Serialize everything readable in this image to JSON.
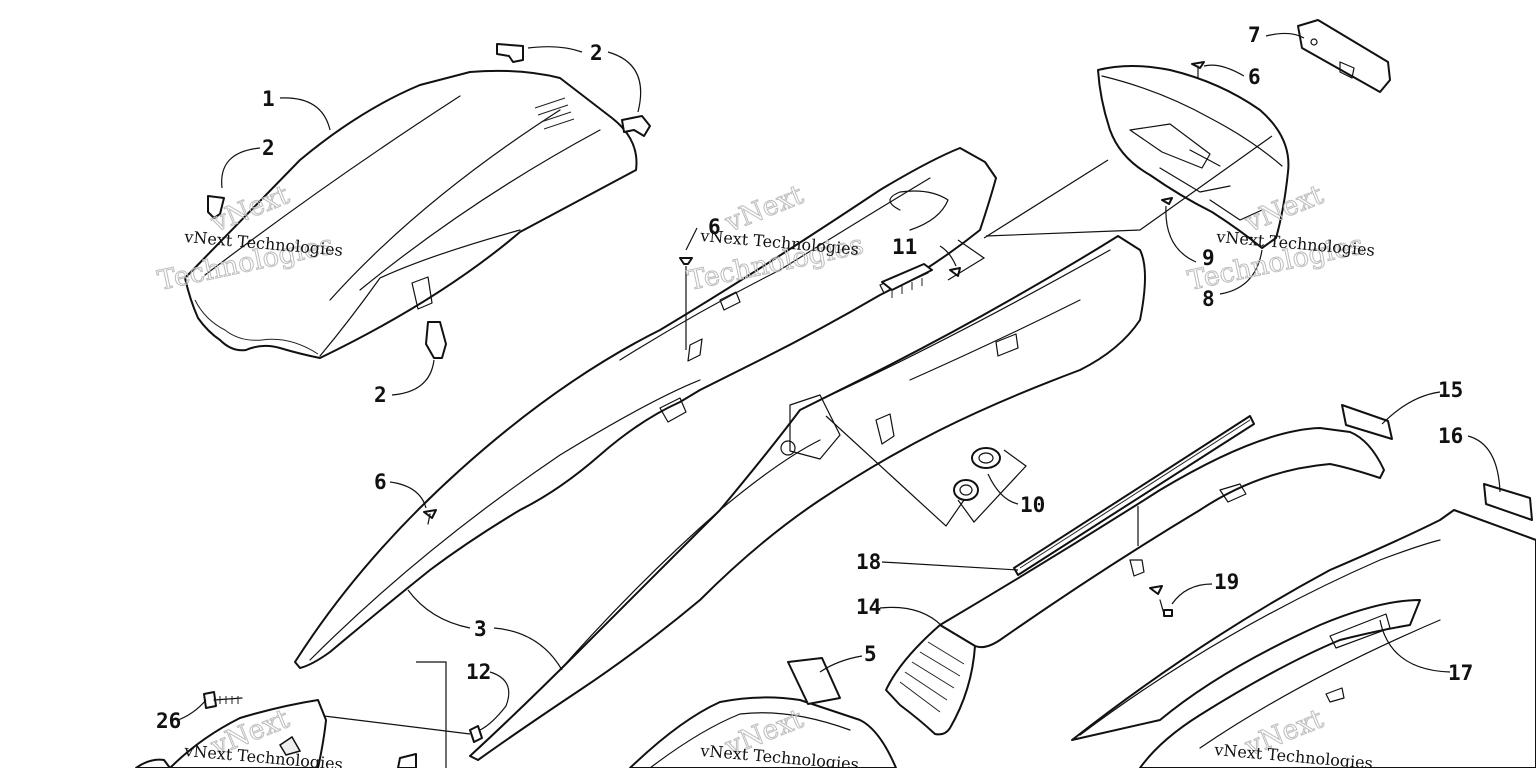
{
  "callouts": [
    {
      "id": "c1",
      "label": "1"
    },
    {
      "id": "c2a",
      "label": "2"
    },
    {
      "id": "c2b",
      "label": "2"
    },
    {
      "id": "c2c",
      "label": "2"
    },
    {
      "id": "c3",
      "label": "3"
    },
    {
      "id": "c5",
      "label": "5"
    },
    {
      "id": "c6a",
      "label": "6"
    },
    {
      "id": "c6b",
      "label": "6"
    },
    {
      "id": "c6c",
      "label": "6"
    },
    {
      "id": "c7",
      "label": "7"
    },
    {
      "id": "c8",
      "label": "8"
    },
    {
      "id": "c9",
      "label": "9"
    },
    {
      "id": "c10",
      "label": "10"
    },
    {
      "id": "c11",
      "label": "11"
    },
    {
      "id": "c12",
      "label": "12"
    },
    {
      "id": "c14",
      "label": "14"
    },
    {
      "id": "c15",
      "label": "15"
    },
    {
      "id": "c16",
      "label": "16"
    },
    {
      "id": "c17",
      "label": "17"
    },
    {
      "id": "c18",
      "label": "18"
    },
    {
      "id": "c19",
      "label": "19"
    },
    {
      "id": "c26",
      "label": "26"
    }
  ],
  "watermark": {
    "company": "vNext Technologies",
    "word1": "vNext",
    "word2": "Technologies"
  }
}
